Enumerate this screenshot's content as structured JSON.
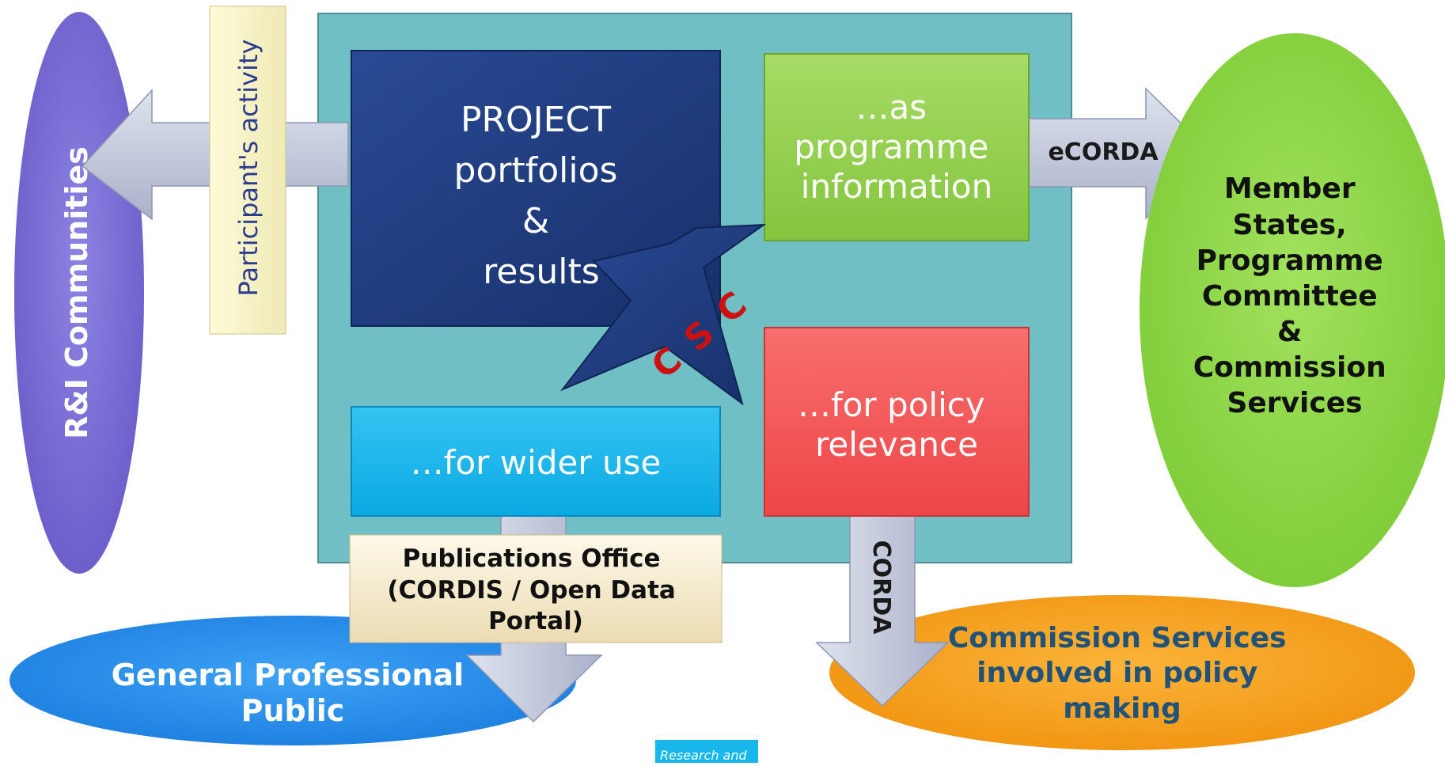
{
  "left_ellipse": {
    "label": "R&I Communities"
  },
  "left_arrow": {
    "label": "Participant's activity"
  },
  "project_box": {
    "lines": [
      "PROJECT",
      "portfolios",
      "&",
      "results"
    ]
  },
  "programme_box": {
    "lines": [
      "…as",
      "programme",
      "information"
    ]
  },
  "policy_box": {
    "lines": [
      "…for policy",
      "relevance"
    ]
  },
  "wider_box": {
    "label": "…for wider use"
  },
  "star": {
    "letters": [
      "C",
      "S",
      "C"
    ]
  },
  "ecorda_arrow": {
    "label": "eCORDA"
  },
  "corda_arrow": {
    "label": "CORDA"
  },
  "right_ellipse": {
    "lines": [
      "Member",
      "States,",
      "Programme",
      "Committee",
      "&",
      "Commission",
      "Services"
    ]
  },
  "publications_box": {
    "lines": [
      "Publications Office",
      "(CORDIS / Open Data",
      "Portal)"
    ]
  },
  "general_ellipse": {
    "lines": [
      "General Professional",
      "Public"
    ]
  },
  "commission_ellipse": {
    "lines": [
      "Commission Services",
      "involved in policy",
      "making"
    ]
  },
  "footer_tag": {
    "label": "Research and"
  },
  "colors": {
    "teal_panel": "#6fbfc4",
    "project_navy": "#1f3a7a",
    "programme_green": "#92d050",
    "policy_red": "#f4585a",
    "wider_cyan": "#17b7ec",
    "left_purple": "#7b6fd6",
    "right_green": "#8fd94a",
    "general_blue": "#2f8fea",
    "commission_orange": "#f7a21b",
    "arrow_grey": "#c3c9dc",
    "csc_red": "#cc1111"
  }
}
